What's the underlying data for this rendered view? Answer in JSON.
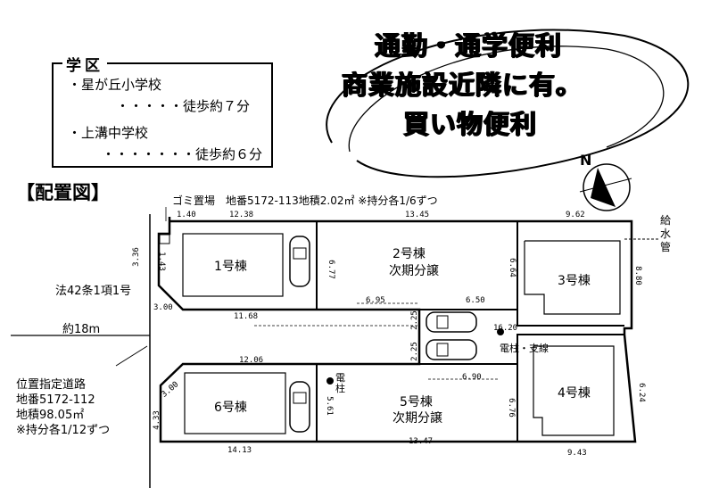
{
  "slogan": {
    "line1": "通勤・通学便利",
    "line2": "商業施設近隣に有。",
    "line3": "買い物便利"
  },
  "school_district": {
    "title": "学区",
    "elementary": "・星が丘小学校",
    "elementary_walk": "・・・・・徒歩約７分",
    "junior_high": "・上溝中学校",
    "junior_high_walk": "・・・・・・・徒歩約６分"
  },
  "compass": {
    "label": "N"
  },
  "title": "【配置図】",
  "notes": {
    "garbage": "ゴミ置場　地番5172-113地積2.02㎡ ※持分各1/6ずつ",
    "water": "給水管",
    "law": "法42条1項1号",
    "road_width": "約18m",
    "private_road": "位置指定道路",
    "lot_number": "地番5172-112",
    "area": "地積98.05㎡",
    "share": "※持分各1/12ずつ",
    "pole_support": "電柱・支線",
    "pole": "電柱"
  },
  "buildings": {
    "b1": "1号棟",
    "b2": "2号棟",
    "b2_sub": "次期分譲",
    "b3": "3号棟",
    "b4": "4号棟",
    "b5": "5号棟",
    "b5_sub": "次期分譲",
    "b6": "6号棟"
  },
  "dimensions": {
    "d1_40": "1.40",
    "d12_38": "12.38",
    "d13_45": "13.45",
    "d9_62": "9.62",
    "d3_36": "3.36",
    "d1_43": "1.43",
    "d6_77": "6.77",
    "d6_64": "6.64",
    "d8_80": "8.80",
    "d3_00a": "3.00",
    "d11_68": "11.68",
    "d6_95": "6.95",
    "d6_50": "6.50",
    "d2_25a": "2.25",
    "d2_25b": "2.25",
    "d16_20": "16.20",
    "d12_06": "12.06",
    "d6_90": "6.90",
    "d3_00b": "3.00",
    "d4_33": "4.33",
    "d5_61": "5.61",
    "d6_76": "6.76",
    "d6_24": "6.24",
    "d14_13": "14.13",
    "d13_47": "13.47",
    "d9_43": "9.43"
  }
}
